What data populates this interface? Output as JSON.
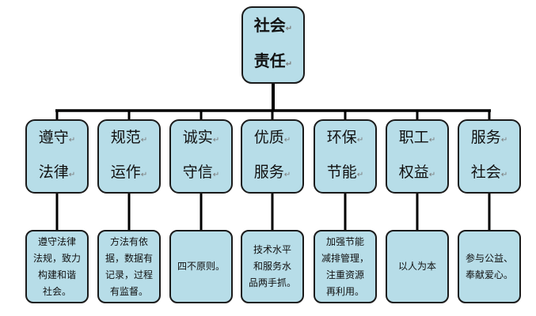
{
  "root": {
    "line1": "社会",
    "line2": "责任"
  },
  "categories": [
    {
      "line1": "遵守",
      "line2": "法律",
      "detail": "遵守法律\n法规，致力\n构建和谐\n社会。"
    },
    {
      "line1": "规范",
      "line2": "运作",
      "detail": "方法有依\n据，数据有\n记录，过程\n有监督。"
    },
    {
      "line1": "诚实",
      "line2": "守信",
      "detail": "四不原则。"
    },
    {
      "line1": "优质",
      "line2": "服务",
      "detail": "技术水平\n和服务水\n品两手抓。"
    },
    {
      "line1": "环保",
      "line2": "节能",
      "detail": "加强节能\n减排管理，\n注重资源\n再利用。"
    },
    {
      "line1": "职工",
      "line2": "权益",
      "detail": "以人为本"
    },
    {
      "line1": "服务",
      "line2": "社会",
      "detail": "参与公益、\n奉献爱心。"
    }
  ],
  "colors": {
    "box_fill": "#b7dde8",
    "line": "#000000"
  }
}
